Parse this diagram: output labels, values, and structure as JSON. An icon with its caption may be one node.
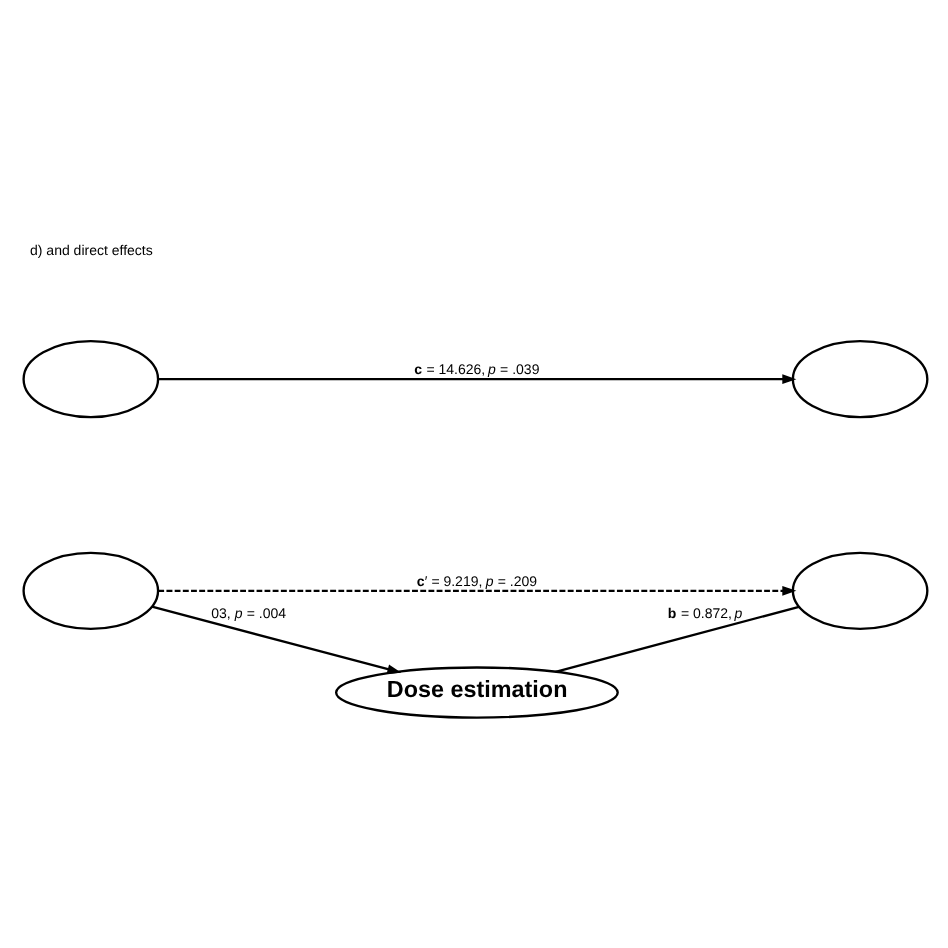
{
  "diagram": {
    "nodes": [
      {
        "text": [],
        "shape": "ellipse"
      },
      {
        "text": [],
        "shape": "ellipse"
      },
      {
        "text": [],
        "shape": "ellipse"
      },
      {
        "text": [],
        "shape": "ellipse"
      },
      {
        "text": [
          "Dose estimation"
        ]
      }
    ],
    "edges": [
      {
        "from": 0,
        "to": 1,
        "arrow": "to",
        "label": "**c** = 14.626, *p* = .039"
      },
      {
        "from": 2,
        "to": 3,
        "arrow": "to",
        "style": "dashed",
        "label": "**c**′ = 9.219, *p* = .209"
      },
      {
        "from": 2,
        "to": 4,
        "arrow": "to",
        "label": "03, *p* = .004"
      },
      {
        "from": 4,
        "to": 3,
        "arrow": "none",
        "label": "**b** = 0.872, *p*"
      }
    ],
    "labels": [
      "d) and direct effects"
    ]
  }
}
